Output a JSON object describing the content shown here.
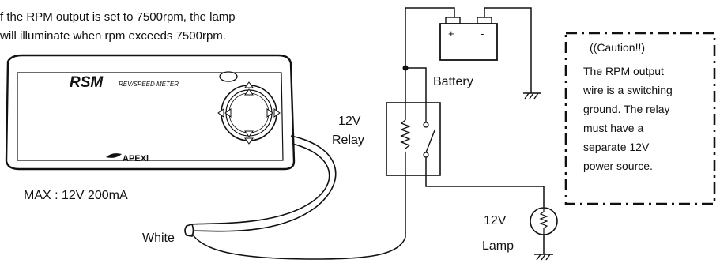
{
  "note": {
    "line1": "f the RPM output is set to 7500rpm, the lamp",
    "line2": "will illuminate when rpm exceeds 7500rpm."
  },
  "meter": {
    "brand": "RSM",
    "model": "REV/SPEED METER",
    "maker": "APEXi",
    "rating": "MAX : 12V 200mA"
  },
  "wire_label": "White",
  "battery": {
    "label": "Battery",
    "plus": "+",
    "minus": "-"
  },
  "relay": {
    "voltage": "12V",
    "label": "Relay"
  },
  "lamp": {
    "voltage": "12V",
    "label": "Lamp"
  },
  "caution": {
    "title": "((Caution!!)",
    "lines": [
      "The RPM output",
      "wire is a switching",
      "ground. The relay",
      "must have a",
      "separate 12V",
      "power source."
    ]
  }
}
